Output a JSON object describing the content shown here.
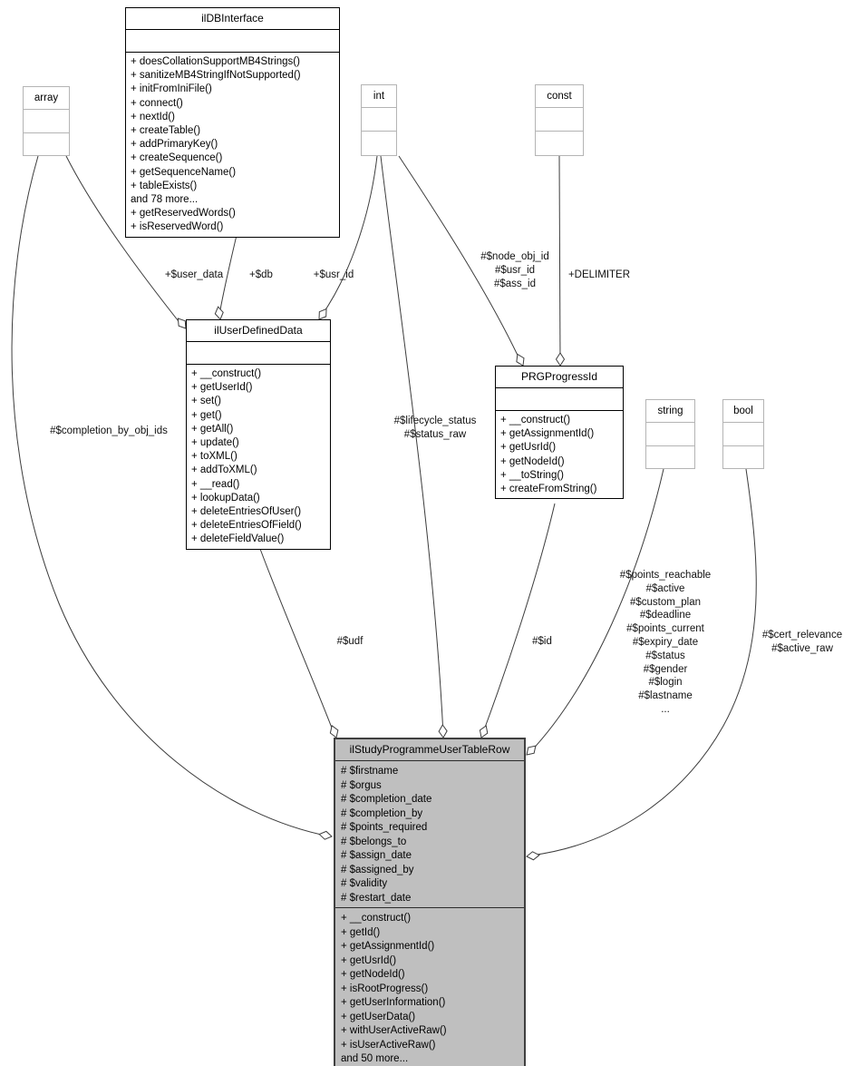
{
  "diagram": {
    "classes": {
      "ildbinterface": {
        "title": "ilDBInterface",
        "methods": [
          "+ doesCollationSupportMB4Strings()",
          "+ sanitizeMB4StringIfNotSupported()",
          "+ initFromIniFile()",
          "+ connect()",
          "+ nextId()",
          "+ createTable()",
          "+ addPrimaryKey()",
          "+ createSequence()",
          "+ getSequenceName()",
          "+ tableExists()",
          "and 78 more...",
          "+ getReservedWords()",
          "+ isReservedWord()"
        ]
      },
      "array": {
        "title": "array"
      },
      "int": {
        "title": "int"
      },
      "const": {
        "title": "const"
      },
      "string": {
        "title": "string"
      },
      "bool": {
        "title": "bool"
      },
      "iluserdefineddata": {
        "title": "ilUserDefinedData",
        "methods": [
          "+ __construct()",
          "+ getUserId()",
          "+ set()",
          "+ get()",
          "+ getAll()",
          "+ update()",
          "+ toXML()",
          "+ addToXML()",
          "+ __read()",
          "+ lookupData()",
          "+ deleteEntriesOfUser()",
          "+ deleteEntriesOfField()",
          "+ deleteFieldValue()"
        ]
      },
      "prgprogressid": {
        "title": "PRGProgressId",
        "methods": [
          "+ __construct()",
          "+ getAssignmentId()",
          "+ getUsrId()",
          "+ getNodeId()",
          "+ __toString()",
          "+ createFromString()"
        ]
      },
      "main": {
        "title": "ilStudyProgrammeUserTableRow",
        "attributes": [
          "# $firstname",
          "# $orgus",
          "# $completion_date",
          "# $completion_by",
          "# $points_required",
          "# $belongs_to",
          "# $assign_date",
          "# $assigned_by",
          "# $validity",
          "# $restart_date"
        ],
        "methods": [
          "+ __construct()",
          "+ getId()",
          "+ getAssignmentId()",
          "+ getUsrId()",
          "+ getNodeId()",
          "+ isRootProgress()",
          "+ getUserInformation()",
          "+ getUserData()",
          "+ withUserActiveRaw()",
          "+ isUserActiveRaw()",
          "and 50 more..."
        ]
      }
    },
    "edge_labels": {
      "user_data": "+$user_data",
      "db": "+$db",
      "usr_id": "+$usr_id",
      "node_ids": "#$node_obj_id\n#$usr_id\n#$ass_id",
      "delimiter": "+DELIMITER",
      "completion_by_obj_ids": "#$completion_by_obj_ids",
      "lifecycle": "#$lifecycle_status\n#$status_raw",
      "udf": "#$udf",
      "id": "#$id",
      "string_fields": "#$points_reachable\n#$active\n#$custom_plan\n#$deadline\n#$points_current\n#$expiry_date\n#$status\n#$gender\n#$login\n#$lastname\n...",
      "bool_fields": "#$cert_relevance\n#$active_raw"
    },
    "colors": {
      "main_fill": "#bfbfbf",
      "class_border": "#000000",
      "type_border": "#b4b4b4",
      "edge": "#3c3c3c"
    }
  }
}
